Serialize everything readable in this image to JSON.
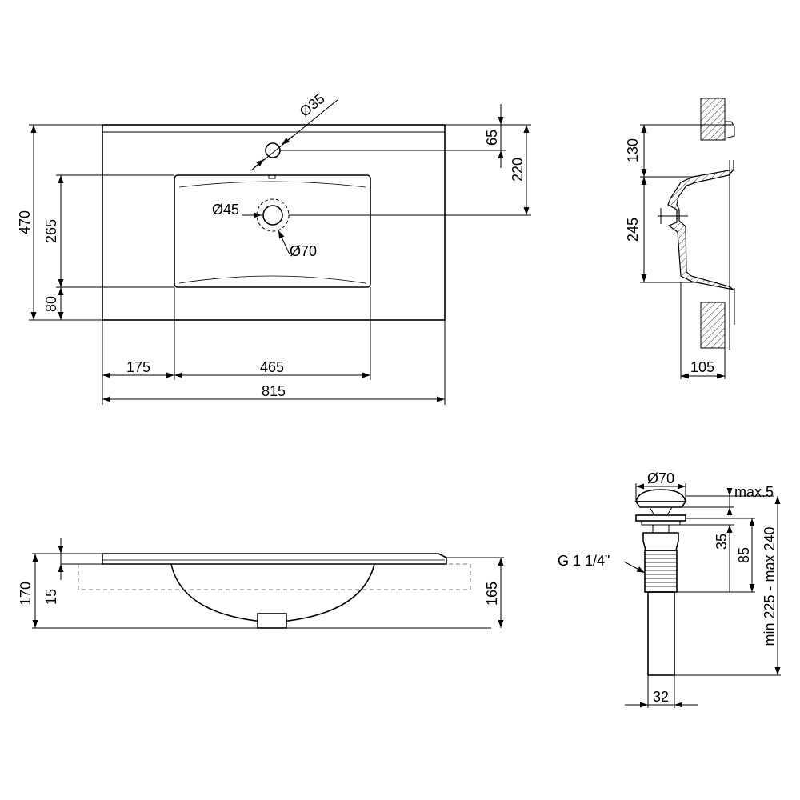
{
  "dims": {
    "width_total": "815",
    "left_offset": "175",
    "bowl_width": "465",
    "height_total": "470",
    "bowl_depth": "265",
    "front_offset": "80",
    "tap_hole": "Ø35",
    "tap_from_back": "65",
    "drain_from_back": "220",
    "drain_hole": "Ø45",
    "drain_outer": "Ø70",
    "side_top": "130",
    "side_bowl": "245",
    "side_depth": "105",
    "front_total_height": "170",
    "rim_thickness": "15",
    "front_bowl_height": "165"
  },
  "valve": {
    "cap_diameter": "Ø70",
    "cap_gap": "max.5",
    "thread_length": "35",
    "body_length": "85",
    "thread_label": "G 1 1/4\"",
    "pipe_length": "min 225 - max 240",
    "pipe_diameter": "32"
  }
}
